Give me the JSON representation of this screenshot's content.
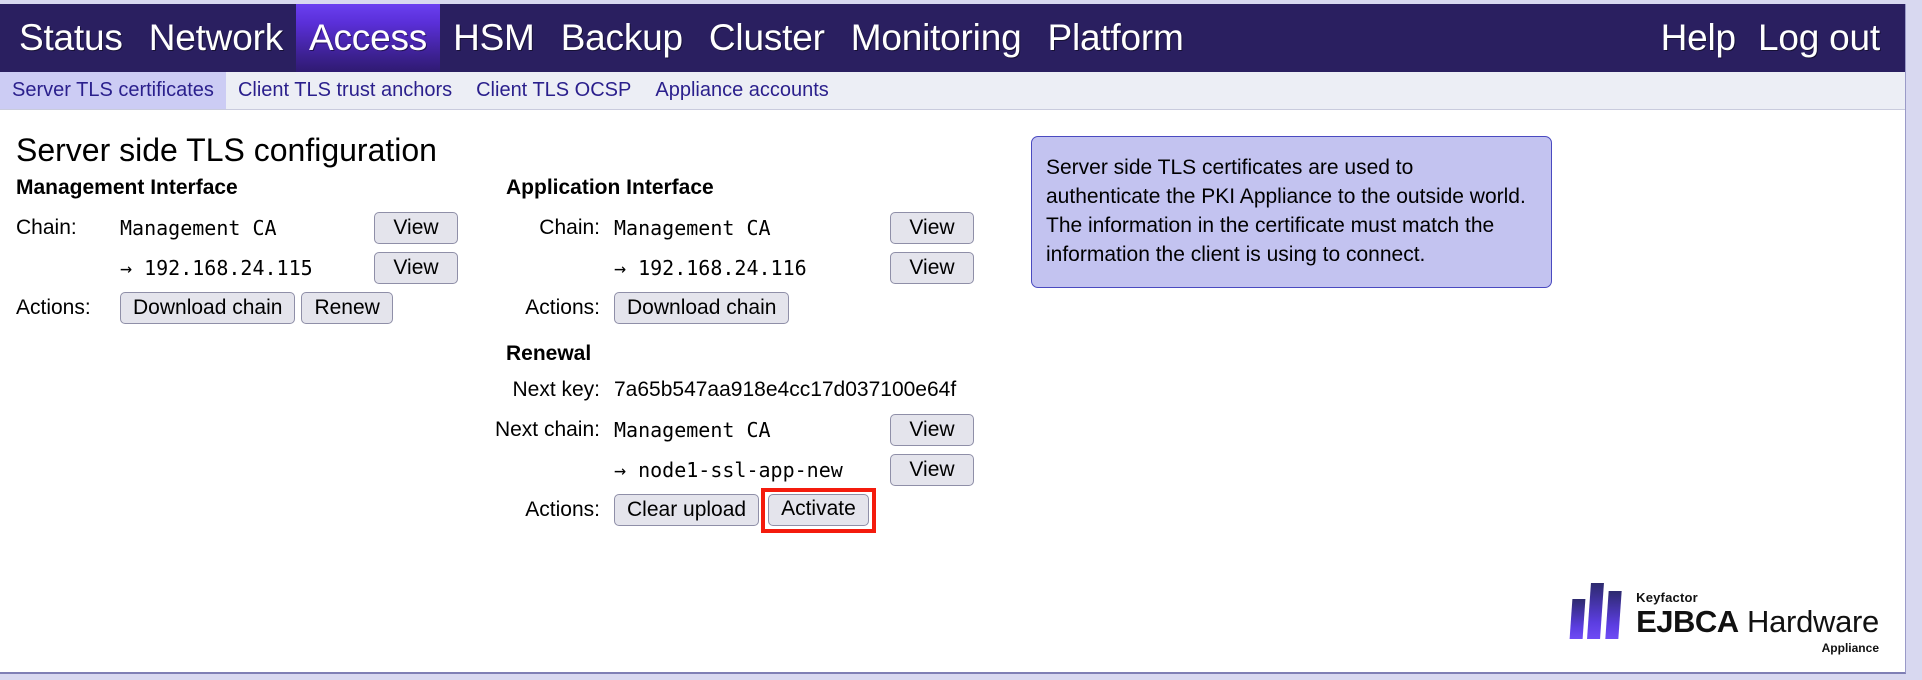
{
  "nav": {
    "items": [
      {
        "label": "Status",
        "active": false
      },
      {
        "label": "Network",
        "active": false
      },
      {
        "label": "Access",
        "active": true
      },
      {
        "label": "HSM",
        "active": false
      },
      {
        "label": "Backup",
        "active": false
      },
      {
        "label": "Cluster",
        "active": false
      },
      {
        "label": "Monitoring",
        "active": false
      },
      {
        "label": "Platform",
        "active": false
      }
    ],
    "right_items": [
      {
        "label": "Help"
      },
      {
        "label": "Log out"
      }
    ]
  },
  "subnav": {
    "items": [
      {
        "label": "Server TLS certificates",
        "active": true
      },
      {
        "label": "Client TLS trust anchors",
        "active": false
      },
      {
        "label": "Client TLS OCSP",
        "active": false
      },
      {
        "label": "Appliance accounts",
        "active": false
      }
    ]
  },
  "page": {
    "title": "Server side TLS configuration"
  },
  "management_interface": {
    "heading": "Management Interface",
    "chain_label": "Chain:",
    "chain_ca": "Management CA",
    "chain_leaf": "→ 192.168.24.115",
    "view_ca_label": "View",
    "view_leaf_label": "View",
    "actions_label": "Actions:",
    "download_chain_label": "Download chain",
    "renew_label": "Renew"
  },
  "application_interface": {
    "heading": "Application Interface",
    "chain_label": "Chain:",
    "chain_ca": "Management CA",
    "chain_leaf": "→ 192.168.24.116",
    "view_ca_label": "View",
    "view_leaf_label": "View",
    "actions_label": "Actions:",
    "download_chain_label": "Download chain"
  },
  "renewal": {
    "heading": "Renewal",
    "next_key_label": "Next key:",
    "next_key_value": "7a65b547aa918e4cc17d037100e64f",
    "next_chain_label": "Next chain:",
    "next_chain_ca": "Management CA",
    "next_chain_leaf": "→ node1-ssl-app-new",
    "view_next_ca_label": "View",
    "view_next_leaf_label": "View",
    "actions_label": "Actions:",
    "clear_upload_label": "Clear upload",
    "activate_label": "Activate",
    "activate_highlight_color": "#f41b0d"
  },
  "infobox": {
    "text": "Server side TLS certificates are used to authenticate the PKI Appliance to the outside world. The information in the certificate must match the information the client is using to connect.",
    "bg_color": "#c3c3f0",
    "border_color": "#4a4ac0"
  },
  "logo": {
    "brand_small": "Keyfactor",
    "brand_bold": "EJBCA",
    "brand_rest": " Hardware",
    "sub": "Appliance"
  },
  "colors": {
    "navbar": "#2a1f60",
    "nav_active": "#5a2fd8",
    "subnav_bg": "#eceef5",
    "subnav_active_bg": "#ccccf4",
    "subnav_text": "#2a1f8c",
    "page_margin": "#d8d8f0"
  }
}
